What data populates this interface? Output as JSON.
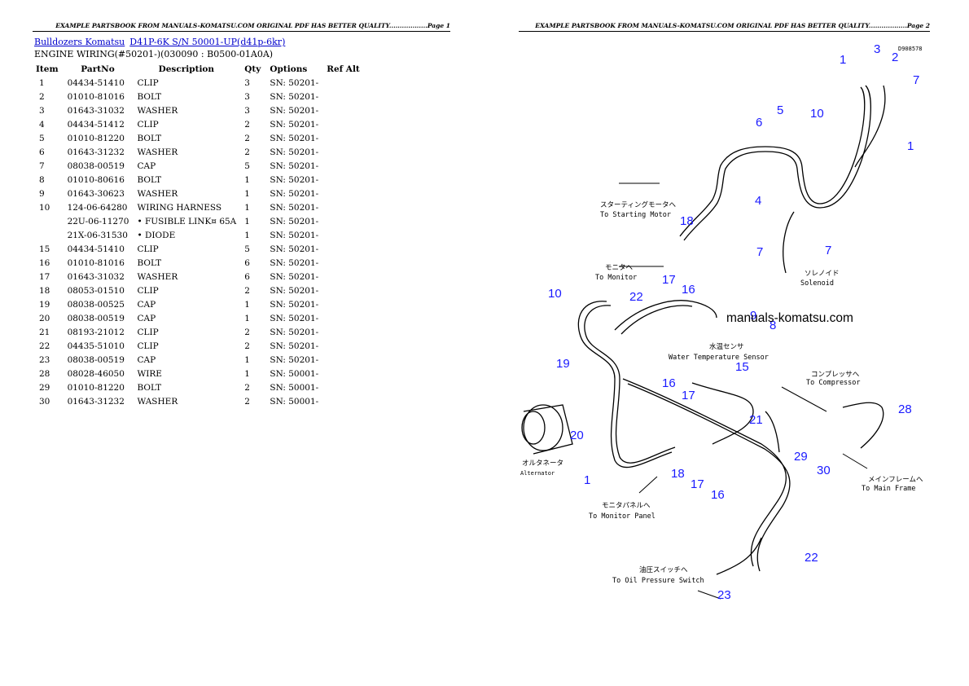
{
  "header": {
    "page1": "EXAMPLE PARTSBOOK FROM MANUALS-KOMATSU.COM ORIGINAL PDF HAS BETTER QUALITY..................Page 1",
    "page2": "EXAMPLE PARTSBOOK FROM MANUALS-KOMATSU.COM ORIGINAL PDF HAS BETTER QUALITY..................Page 2"
  },
  "breadcrumb": {
    "link1": "Bulldozers Komatsu",
    "link2": "D41P-6K S/N 50001-UP(d41p-6kr)"
  },
  "subtitle": "ENGINE WIRING(#50201-)(030090 : B0500-01A0A)",
  "table": {
    "headers": {
      "item": "Item",
      "part": "PartNo",
      "desc": "Description",
      "qty": "Qty",
      "opt": "Options",
      "ref": "Ref Alt"
    },
    "rows": [
      [
        "1",
        "04434-51410",
        "CLIP",
        "3",
        "SN: 50201-"
      ],
      [
        "2",
        "01010-81016",
        "BOLT",
        "3",
        "SN: 50201-"
      ],
      [
        "3",
        "01643-31032",
        "WASHER",
        "3",
        "SN: 50201-"
      ],
      [
        "4",
        "04434-51412",
        "CLIP",
        "2",
        "SN: 50201-"
      ],
      [
        "5",
        "01010-81220",
        "BOLT",
        "2",
        "SN: 50201-"
      ],
      [
        "6",
        "01643-31232",
        "WASHER",
        "2",
        "SN: 50201-"
      ],
      [
        "7",
        "08038-00519",
        "CAP",
        "5",
        "SN: 50201-"
      ],
      [
        "8",
        "01010-80616",
        "BOLT",
        "1",
        "SN: 50201-"
      ],
      [
        "9",
        "01643-30623",
        "WASHER",
        "1",
        "SN: 50201-"
      ],
      [
        "10",
        "124-06-64280",
        "WIRING HARNESS",
        "1",
        "SN: 50201-"
      ],
      [
        "",
        "22U-06-11270",
        "• FUSIBLE LINK¤ 65A",
        "1",
        "SN: 50201-"
      ],
      [
        "",
        "21X-06-31530",
        "• DIODE",
        "1",
        "SN: 50201-"
      ],
      [
        "15",
        "04434-51410",
        "CLIP",
        "5",
        "SN: 50201-"
      ],
      [
        "16",
        "01010-81016",
        "BOLT",
        "6",
        "SN: 50201-"
      ],
      [
        "17",
        "01643-31032",
        "WASHER",
        "6",
        "SN: 50201-"
      ],
      [
        "18",
        "08053-01510",
        "CLIP",
        "2",
        "SN: 50201-"
      ],
      [
        "19",
        "08038-00525",
        "CAP",
        "1",
        "SN: 50201-"
      ],
      [
        "20",
        "08038-00519",
        "CAP",
        "1",
        "SN: 50201-"
      ],
      [
        "21",
        "08193-21012",
        "CLIP",
        "2",
        "SN: 50201-"
      ],
      [
        "22",
        "04435-51010",
        "CLIP",
        "2",
        "SN: 50201-"
      ],
      [
        "23",
        "08038-00519",
        "CAP",
        "1",
        "SN: 50201-"
      ],
      [
        "28",
        "08028-46050",
        "WIRE",
        "1",
        "SN: 50001-"
      ],
      [
        "29",
        "01010-81220",
        "BOLT",
        "2",
        "SN: 50001-"
      ],
      [
        "30",
        "01643-31232",
        "WASHER",
        "2",
        "SN: 50001-"
      ]
    ]
  },
  "diagram": {
    "code": "D908578",
    "watermark": "manuals-komatsu.com",
    "callouts": [
      "1",
      "3",
      "2",
      "7",
      "10",
      "5",
      "6",
      "1",
      "4",
      "18",
      "7",
      "7",
      "17",
      "16",
      "10",
      "22",
      "9",
      "8",
      "19",
      "16",
      "15",
      "17",
      "21",
      "28",
      "20",
      "29",
      "30",
      "1",
      "18",
      "17",
      "16",
      "22",
      "23"
    ],
    "labels": {
      "start_jp": "スターティングモータへ",
      "start_en": "To Starting Motor",
      "monitor_jp": "モニタへ",
      "monitor_en": "To Monitor",
      "solenoid_jp": "ソレノイド",
      "solenoid_en": "Solenoid",
      "water_jp": "水温センサ",
      "water_en": "Water Temperature Sensor",
      "comp_jp": "コンプレッサへ",
      "comp_en": "To Compressor",
      "alt_jp": "オルタネータ",
      "alt_en": "Alternator",
      "panel_jp": "モニタパネルへ",
      "panel_en": "To Monitor Panel",
      "frame_jp": "メインフレームへ",
      "frame_en": "To Main Frame",
      "oil_jp": "油圧スイッチへ",
      "oil_en": "To Oil Pressure Switch"
    },
    "colors": {
      "callout": "#1a1aff",
      "line": "#000000"
    }
  }
}
